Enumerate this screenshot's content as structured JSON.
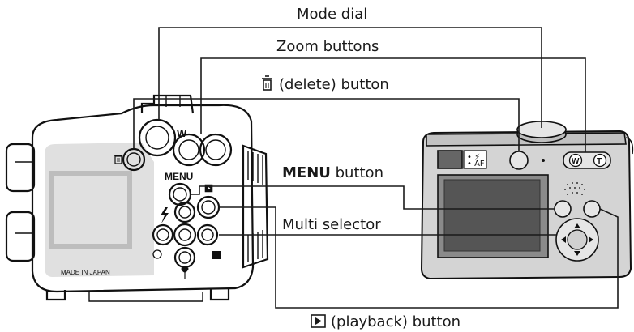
{
  "callouts": {
    "mode_dial": "Mode dial",
    "zoom_buttons": "Zoom buttons",
    "delete_button": "(delete) button",
    "menu_button_strong": "MENU",
    "menu_button_rest": " button",
    "multi_selector": "Multi selector",
    "playback_button": "(playback) button"
  },
  "camera_back": {
    "menu_label": "MENU",
    "zoom_w_label": "W",
    "made_in": "MADE IN JAPAN"
  },
  "camera_front": {
    "zoom_w": "W",
    "zoom_t": "T"
  },
  "colors": {
    "line": "#1a1a1a",
    "body_fill": "#ffffff",
    "lcd_fill": "#e0e0e0",
    "front_body": "#d4d4d4",
    "front_screen": "#555555"
  }
}
